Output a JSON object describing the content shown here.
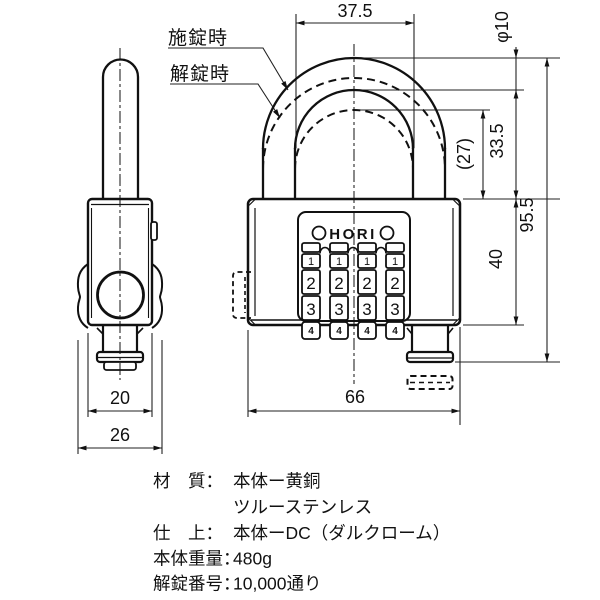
{
  "dimensions": {
    "shackle_inner_width": "37.5",
    "shackle_diameter": "φ10",
    "opening_height_unlocked": "(27)",
    "opening_height_locked": "33.5",
    "overall_height": "95.5",
    "body_height": "40",
    "body_width": "66",
    "side_body_width": "20",
    "side_overall_width": "26"
  },
  "callouts": {
    "locked": "施錠時",
    "unlocked": "解錠時"
  },
  "brand": "HORI",
  "dial": {
    "digits": [
      "1",
      "2",
      "3",
      "4"
    ]
  },
  "specs": {
    "rows": [
      {
        "label": "材　質：",
        "value": "本体ー黄銅"
      },
      {
        "label": "",
        "value": "ツルーステンレス"
      },
      {
        "label": "仕　上：",
        "value": "本体ーDC（ダルクローム）"
      },
      {
        "label": "本体重量：",
        "value": "480g"
      },
      {
        "label": "解錠番号：",
        "value": "10,000通り"
      }
    ]
  }
}
